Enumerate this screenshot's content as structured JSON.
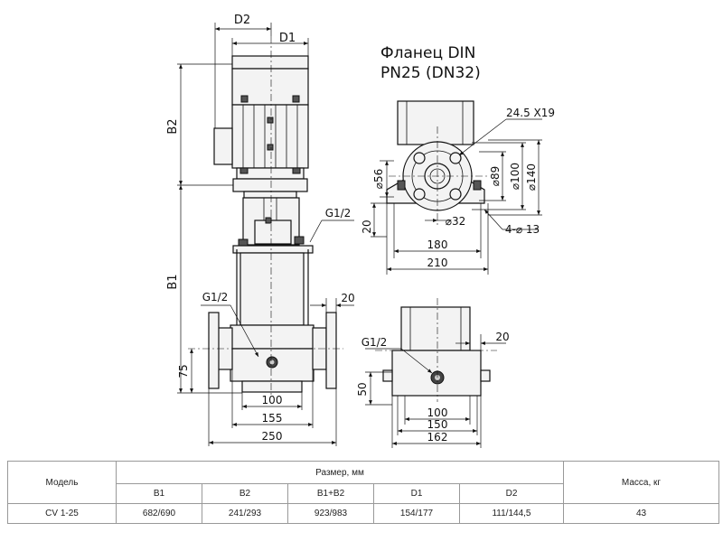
{
  "flange_title": {
    "line1": "Фланец DIN",
    "line2": "PN25 (DN32)"
  },
  "labels": {
    "D2": "D2",
    "D1": "D1",
    "B2": "B2",
    "B1": "B1",
    "G12_top": "G1/2",
    "G12_left": "G1/2",
    "G12_bottom": "G1/2",
    "dim_20_side": "20",
    "dim_75": "75",
    "dim_100_front": "100",
    "dim_155": "155",
    "dim_250": "250",
    "bolt_spec": "24.5 X19",
    "d56": "⌀56",
    "d89": "⌀89",
    "d100": "⌀100",
    "d140": "⌀140",
    "d32": "⌀32",
    "holes": "4-⌀ 13",
    "dim_20_flange": "20",
    "dim_180": "180",
    "dim_210": "210",
    "dim_20_bottom": "20",
    "dim_50": "50",
    "dim_100_bottom": "100",
    "dim_150": "150",
    "dim_162": "162"
  },
  "table": {
    "headers": {
      "model": "Модель",
      "size": "Размер, мм",
      "mass": "Масса, кг"
    },
    "subheaders": [
      "B1",
      "B2",
      "B1+B2",
      "D1",
      "D2"
    ],
    "rows": [
      {
        "model": "CV 1-25",
        "values": [
          "682/690",
          "241/293",
          "923/983",
          "154/177",
          "111/144,5"
        ],
        "mass": "43"
      }
    ]
  }
}
